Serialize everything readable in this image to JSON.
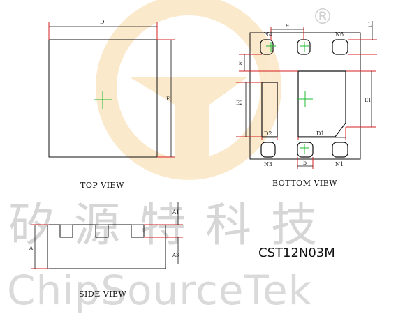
{
  "watermark": {
    "chinese": "矽源特科技",
    "english": "ChipSourceTek",
    "registered_mark": "®",
    "logo_color": "#f2b24a"
  },
  "colors": {
    "outline": "#111111",
    "dimension": "#d62020",
    "center_mark": "#22bb33"
  },
  "top_view": {
    "caption": "TOP VIEW",
    "dim_d": "D",
    "dim_e": "E"
  },
  "bottom_view": {
    "caption": "BOTTOM   VIEW",
    "dim_e_pitch": "e",
    "dim_l": "L",
    "dim_k": "k",
    "dim_e1": "E1",
    "dim_e2": "E2",
    "dim_d1": "D1",
    "dim_d2": "D2",
    "dim_b": "b",
    "pin_n1": "N1",
    "pin_n3": "N3",
    "pin_n4": "N4",
    "pin_n6": "N6"
  },
  "side_view": {
    "caption": "SIDE VIEW",
    "dim_a": "A",
    "dim_a1": "A1",
    "dim_a3": "A3"
  },
  "part_number": "CST12N03M"
}
